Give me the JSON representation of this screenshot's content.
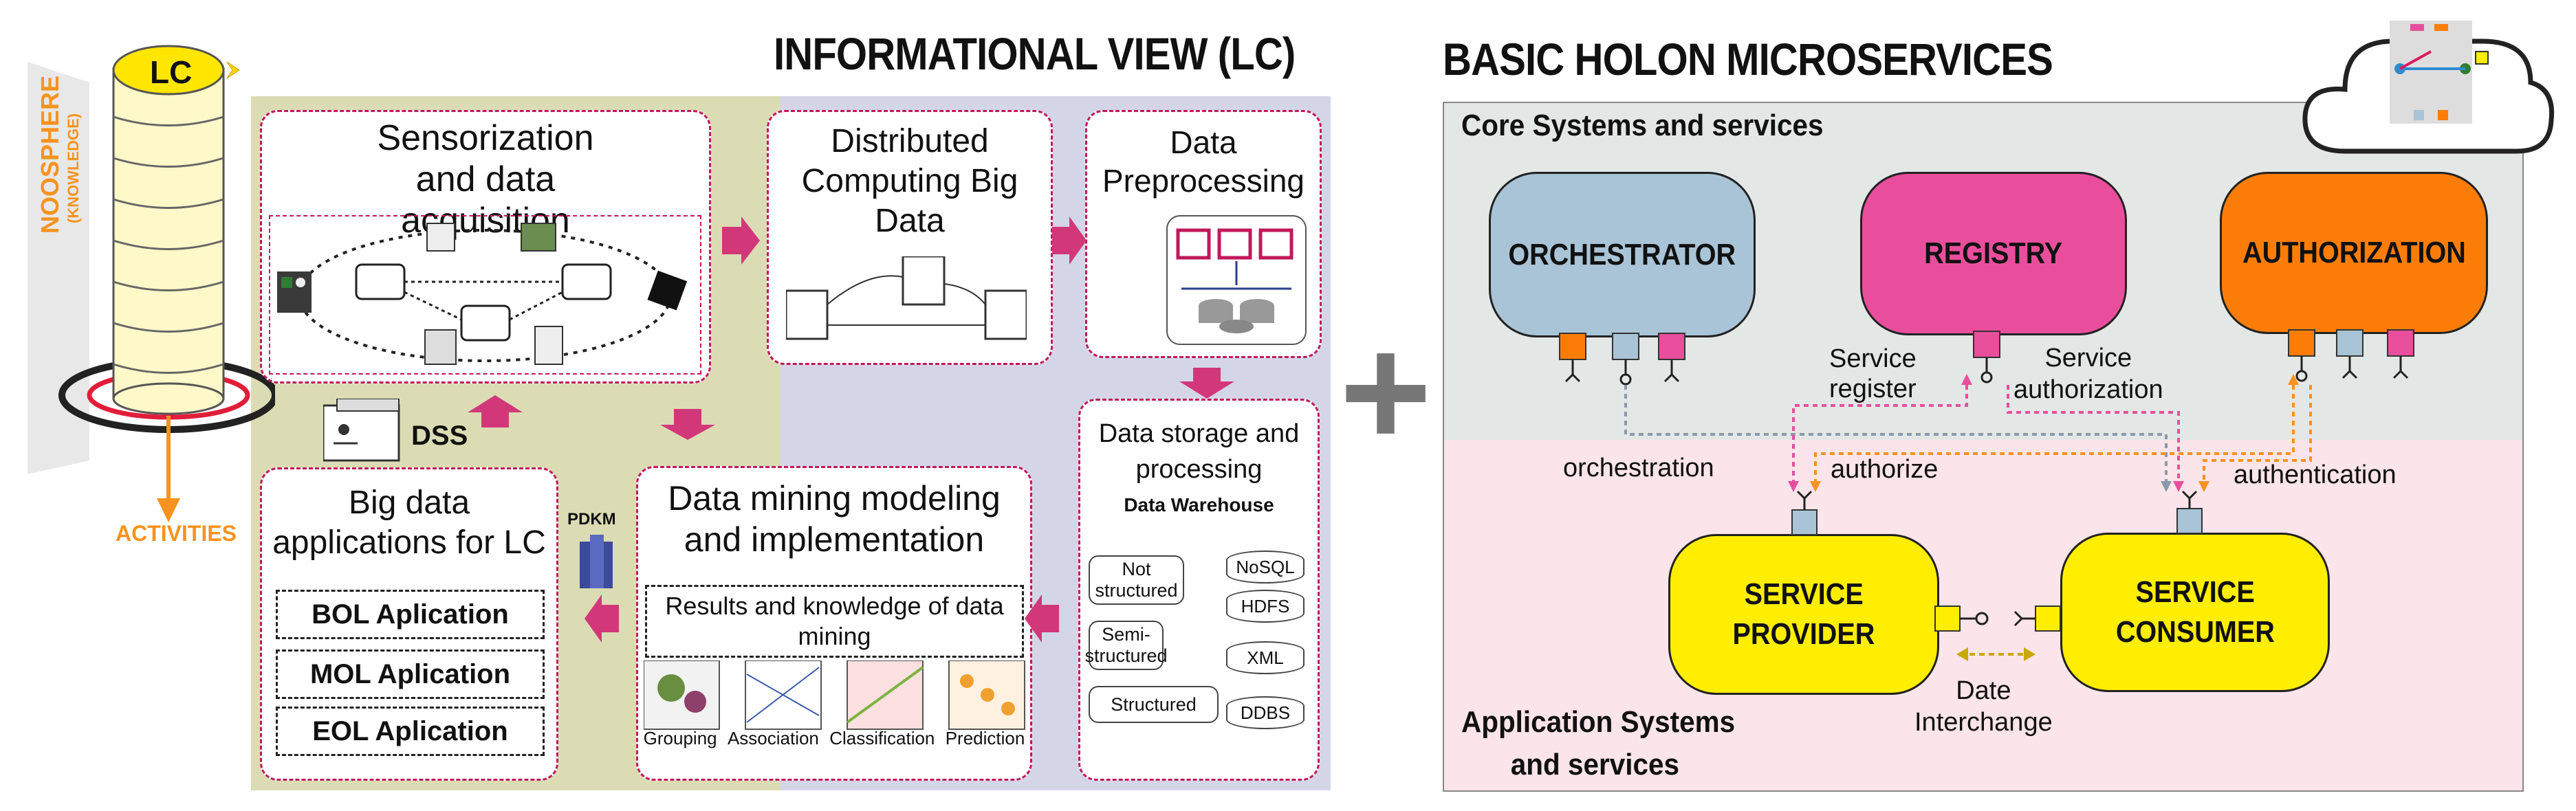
{
  "left": {
    "title": "INFORMATIONAL VIEW (LC)",
    "lc_label": "LC",
    "noosphere": "NOOSPHERE",
    "knowledge": "(KNOWLEDGE)",
    "activities": "ACTIVITIES",
    "sensorization": "Sensorization and data acquisition",
    "distributed": "Distributed Computing Big Data",
    "preprocessing": "Data Preprocessing",
    "storage_title": "Data storage and processing",
    "warehouse": "Data Warehouse",
    "not_structured": "Not structured",
    "semi_structured": "Semi-structured",
    "structured": "Structured",
    "nosql": "NoSQL",
    "hdfs": "HDFS",
    "xml": "XML",
    "ddbs": "DDBS",
    "mining_title": "Data mining modeling and implementation",
    "results": "Results and knowledge of data mining",
    "techniques": [
      "Grouping",
      "Association",
      "Classification",
      "Prediction"
    ],
    "pdkm": "PDKM",
    "dss": "DSS",
    "bigdata_title": "Big data applications for LC",
    "apps": [
      "BOL Aplication",
      "MOL Aplication",
      "EOL Aplication"
    ]
  },
  "plus": "+",
  "right": {
    "title": "BASIC HOLON MICROSERVICES",
    "core_title": "Core Systems and services",
    "app_title_1": "Application Systems",
    "app_title_2": "and services",
    "orchestrator": "ORCHESTRATOR",
    "registry": "REGISTRY",
    "authorization": "AUTHORIZATION",
    "provider_1": "SERVICE",
    "provider_2": "PROVIDER",
    "consumer_1": "SERVICE",
    "consumer_2": "CONSUMER",
    "service_register_1": "Service",
    "service_register_2": "register",
    "service_auth_1": "Service",
    "service_auth_2": "authorization",
    "orchestration": "orchestration",
    "authorize": "authorize",
    "authentication": "authentication",
    "date_1": "Date",
    "date_2": "Interchange"
  },
  "colors": {
    "orchestrator": "#a9c4d6",
    "registry": "#e94e9c",
    "authorization": "#fb7d07",
    "service": "#ffee00",
    "core_bg": "#e3e7e6",
    "app_bg": "#fbe4ea",
    "olive_bg": "#dcdcb4",
    "lavender_bg": "#d4d6e8",
    "accent_pink": "#c2185b",
    "orange": "#f7931e"
  }
}
